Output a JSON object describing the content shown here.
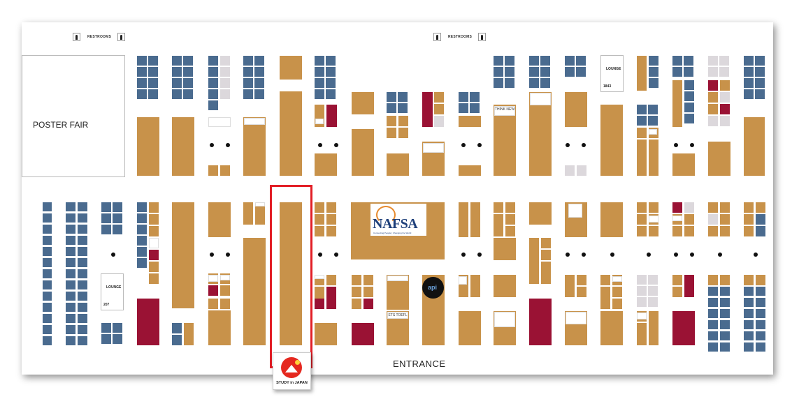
{
  "map": {
    "restrooms_label": "RESTROOMS",
    "poster_fair": "POSTER FAIR",
    "lounge_label": "LOUNGE",
    "lounge_numbers": [
      "1843",
      "207"
    ],
    "entrance": "ENTRANCE",
    "nafsa_logo": "NAFSA",
    "nafsa_tagline": "Connecting People | Changing the World",
    "api_logo": "api",
    "ets_toefl": "ETS TOEFL",
    "think_new": "THINK NEW"
  },
  "highlight": {
    "logo_text": "STUDY in JAPAN"
  },
  "colors": {
    "booth_tan": "#c8924a",
    "booth_blue": "#4a6b8f",
    "booth_red": "#9a1234",
    "booth_grey": "#dcd8dc",
    "highlight": "#e21e26"
  }
}
